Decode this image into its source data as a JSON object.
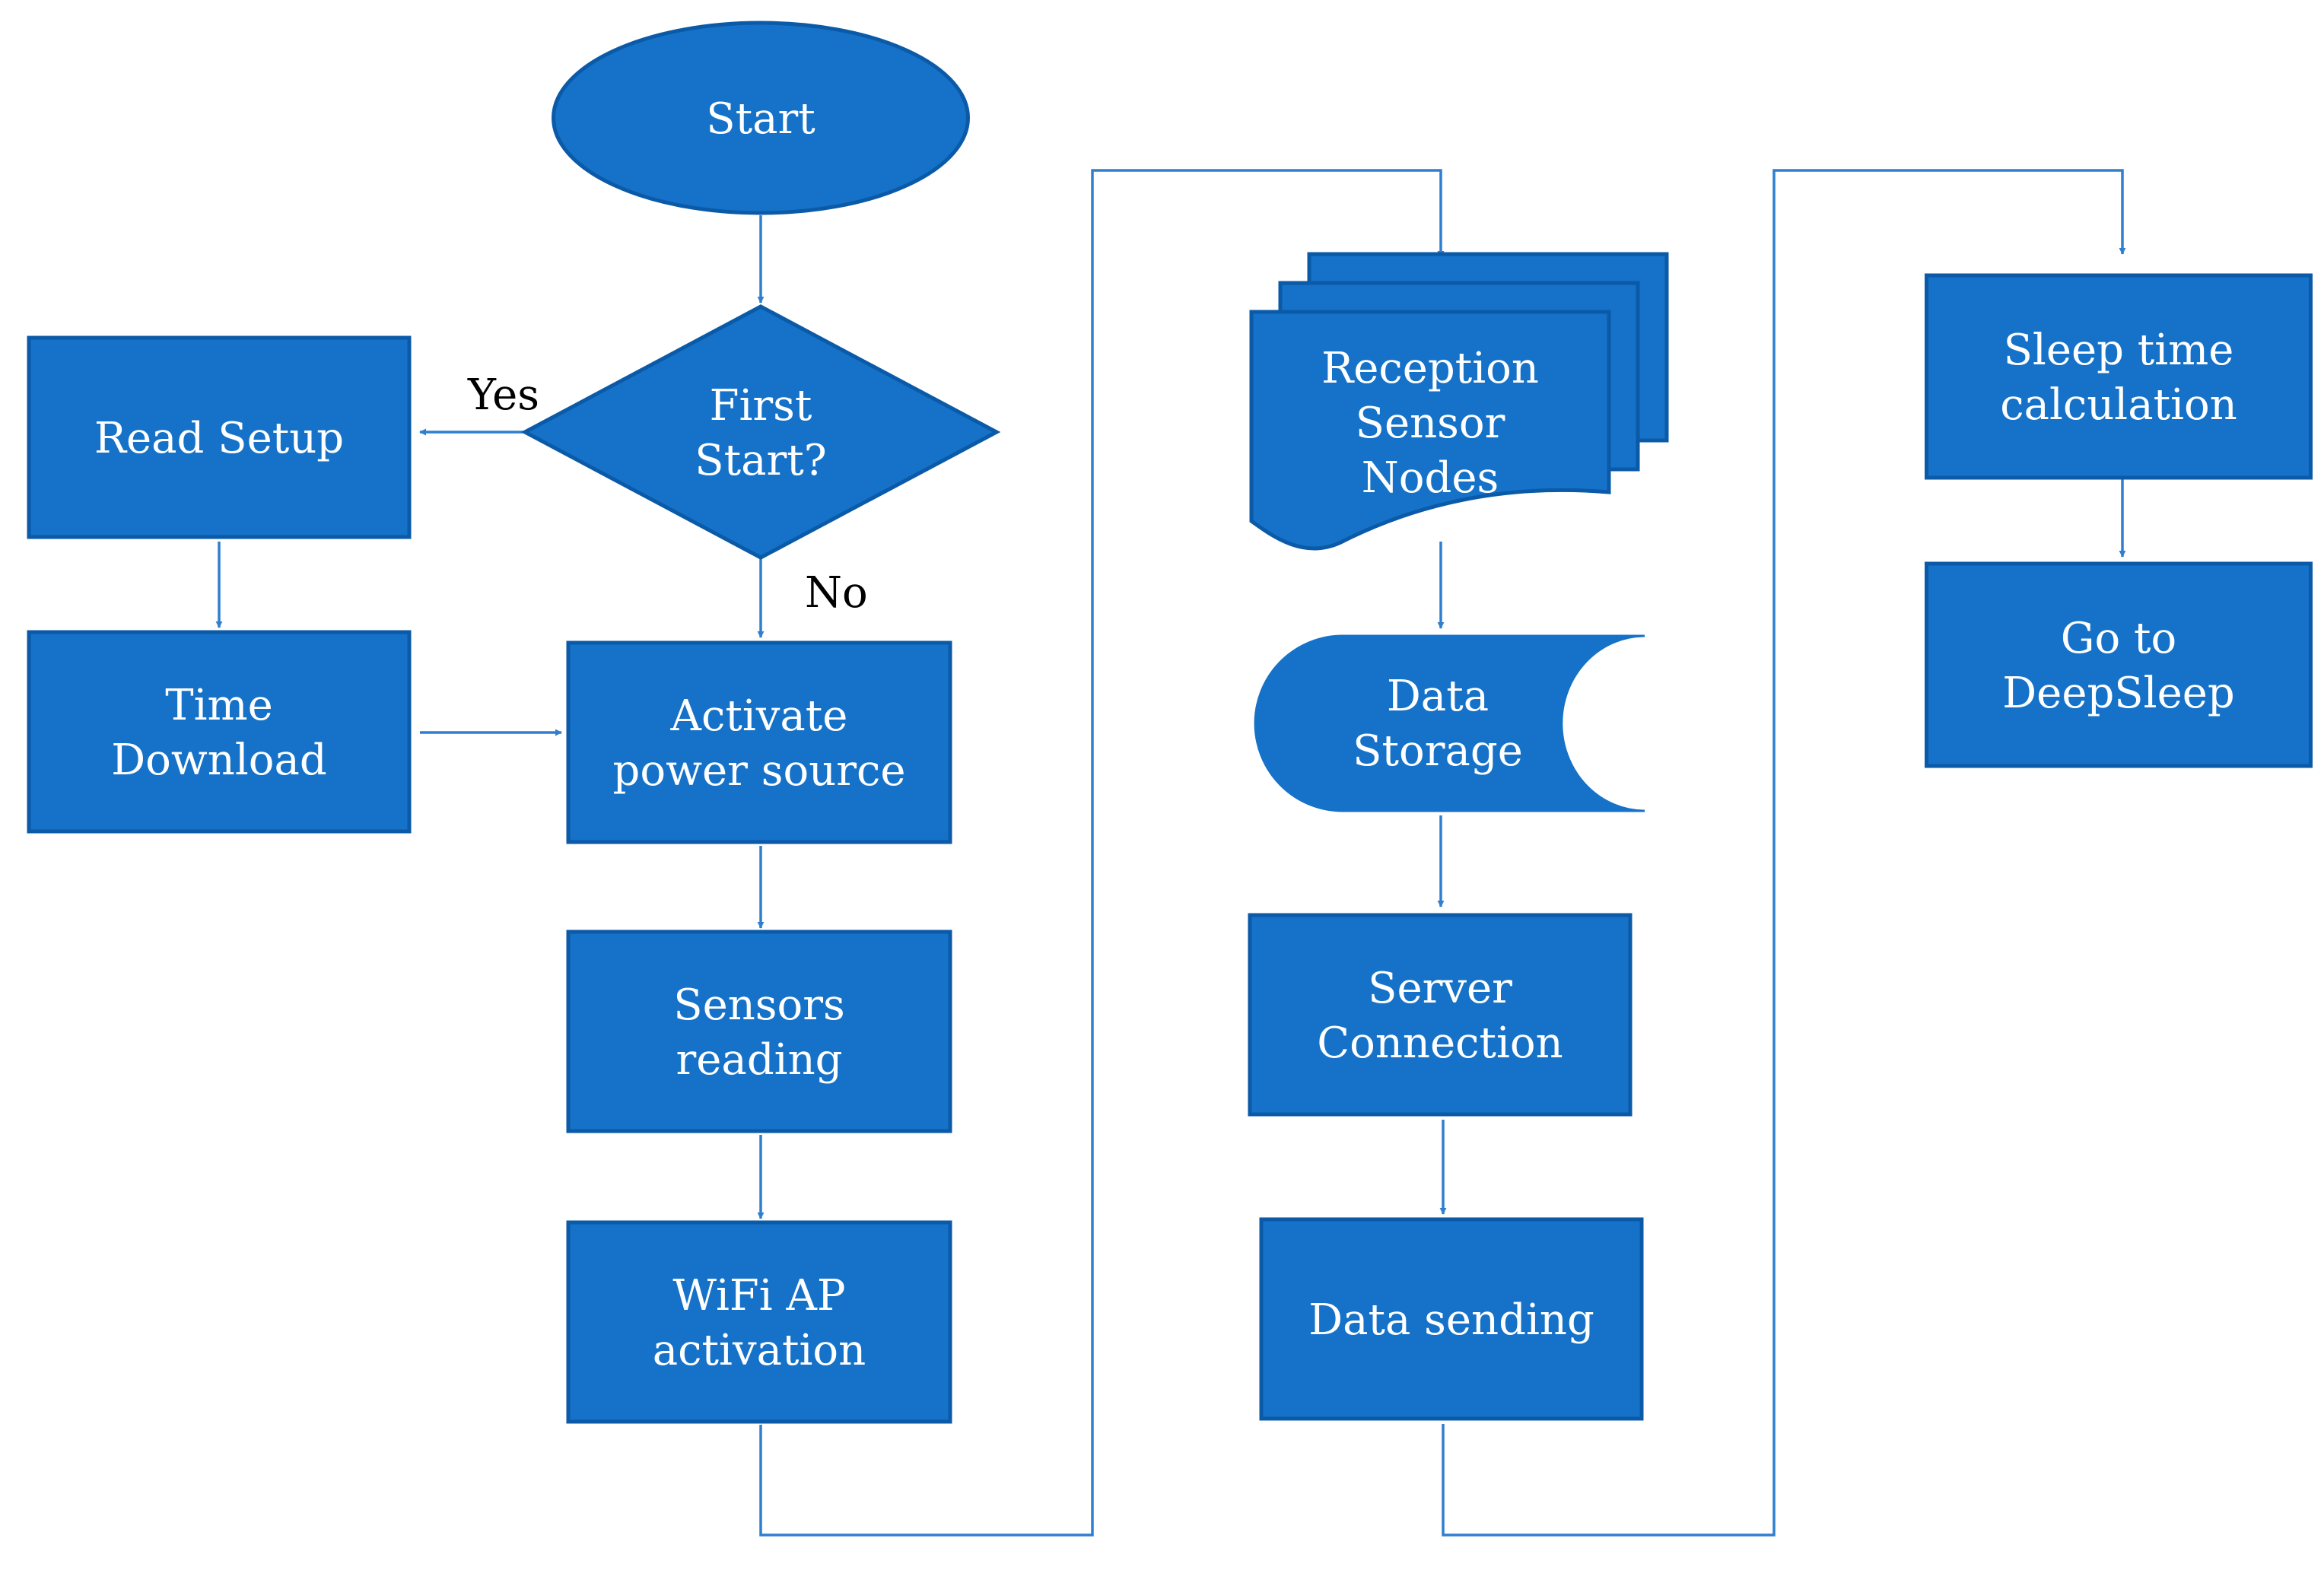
{
  "colors": {
    "node_fill": "#1572c8",
    "node_stroke": "#0a5aa8",
    "connector": "#2f7fd0",
    "label_text": "#000000",
    "node_text": "#ffffff"
  },
  "nodes": {
    "start": {
      "shape": "ellipse",
      "lines": [
        "Start"
      ]
    },
    "first_start": {
      "shape": "diamond",
      "lines": [
        "First",
        "Start?"
      ]
    },
    "read_setup": {
      "shape": "process",
      "lines": [
        "Read Setup"
      ]
    },
    "time_download": {
      "shape": "process",
      "lines": [
        "Time",
        "Download"
      ]
    },
    "activate_power": {
      "shape": "process",
      "lines": [
        "Activate",
        "power source"
      ]
    },
    "sensors_reading": {
      "shape": "process",
      "lines": [
        "Sensors",
        "reading"
      ]
    },
    "wifi_ap": {
      "shape": "process",
      "lines": [
        "WiFi AP",
        "activation"
      ]
    },
    "reception": {
      "shape": "multi-document",
      "lines": [
        "Reception",
        "Sensor",
        "Nodes"
      ]
    },
    "data_storage": {
      "shape": "stored-data",
      "lines": [
        "Data",
        "Storage"
      ]
    },
    "server_connection": {
      "shape": "process",
      "lines": [
        "Server",
        "Connection"
      ]
    },
    "data_sending": {
      "shape": "process",
      "lines": [
        "Data sending"
      ]
    },
    "sleep_calc": {
      "shape": "process",
      "lines": [
        "Sleep time",
        "calculation"
      ]
    },
    "deep_sleep": {
      "shape": "process",
      "lines": [
        "Go to",
        "DeepSleep"
      ]
    }
  },
  "edges": [
    {
      "from": "start",
      "to": "first_start"
    },
    {
      "from": "first_start",
      "to": "read_setup",
      "label": "Yes"
    },
    {
      "from": "first_start",
      "to": "activate_power",
      "label": "No"
    },
    {
      "from": "read_setup",
      "to": "time_download"
    },
    {
      "from": "time_download",
      "to": "activate_power"
    },
    {
      "from": "activate_power",
      "to": "sensors_reading"
    },
    {
      "from": "sensors_reading",
      "to": "wifi_ap"
    },
    {
      "from": "wifi_ap",
      "to": "reception"
    },
    {
      "from": "reception",
      "to": "data_storage"
    },
    {
      "from": "data_storage",
      "to": "server_connection"
    },
    {
      "from": "server_connection",
      "to": "data_sending"
    },
    {
      "from": "data_sending",
      "to": "sleep_calc"
    },
    {
      "from": "sleep_calc",
      "to": "deep_sleep"
    }
  ]
}
